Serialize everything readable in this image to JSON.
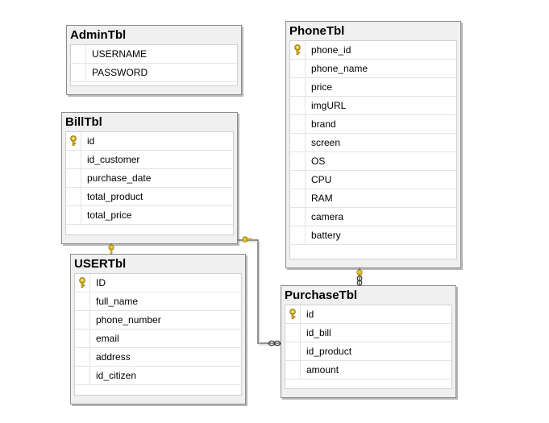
{
  "tables": {
    "admin": {
      "name": "AdminTbl",
      "fields": [
        {
          "name": "USERNAME",
          "pk": false
        },
        {
          "name": "PASSWORD",
          "pk": false
        }
      ]
    },
    "bill": {
      "name": "BillTbl",
      "fields": [
        {
          "name": "id",
          "pk": true
        },
        {
          "name": "id_customer",
          "pk": false
        },
        {
          "name": "purchase_date",
          "pk": false
        },
        {
          "name": "total_product",
          "pk": false
        },
        {
          "name": "total_price",
          "pk": false
        }
      ]
    },
    "user": {
      "name": "USERTbl",
      "fields": [
        {
          "name": "ID",
          "pk": true
        },
        {
          "name": "full_name",
          "pk": false
        },
        {
          "name": "phone_number",
          "pk": false
        },
        {
          "name": "email",
          "pk": false
        },
        {
          "name": "address",
          "pk": false
        },
        {
          "name": "id_citizen",
          "pk": false
        }
      ]
    },
    "phone": {
      "name": "PhoneTbl",
      "fields": [
        {
          "name": "phone_id",
          "pk": true
        },
        {
          "name": "phone_name",
          "pk": false
        },
        {
          "name": "price",
          "pk": false
        },
        {
          "name": "imgURL",
          "pk": false
        },
        {
          "name": "brand",
          "pk": false
        },
        {
          "name": "screen",
          "pk": false
        },
        {
          "name": "OS",
          "pk": false
        },
        {
          "name": "CPU",
          "pk": false
        },
        {
          "name": "RAM",
          "pk": false
        },
        {
          "name": "camera",
          "pk": false
        },
        {
          "name": "battery",
          "pk": false
        }
      ]
    },
    "purchase": {
      "name": "PurchaseTbl",
      "fields": [
        {
          "name": "id",
          "pk": true
        },
        {
          "name": "id_bill",
          "pk": false
        },
        {
          "name": "id_product",
          "pk": false
        },
        {
          "name": "amount",
          "pk": false
        }
      ]
    }
  },
  "relationships": [
    {
      "from": "user",
      "to": "bill",
      "from_end": "key",
      "to_end": "infinity"
    },
    {
      "from": "bill",
      "to": "purchase",
      "from_end": "key",
      "to_end": "infinity"
    },
    {
      "from": "phone",
      "to": "purchase",
      "from_end": "key",
      "to_end": "infinity"
    }
  ],
  "colors": {
    "key_icon": "#e8c52a",
    "connector": "#6a6a6a",
    "header_bg": "#f0f0f0",
    "border": "#8c8c8c"
  }
}
